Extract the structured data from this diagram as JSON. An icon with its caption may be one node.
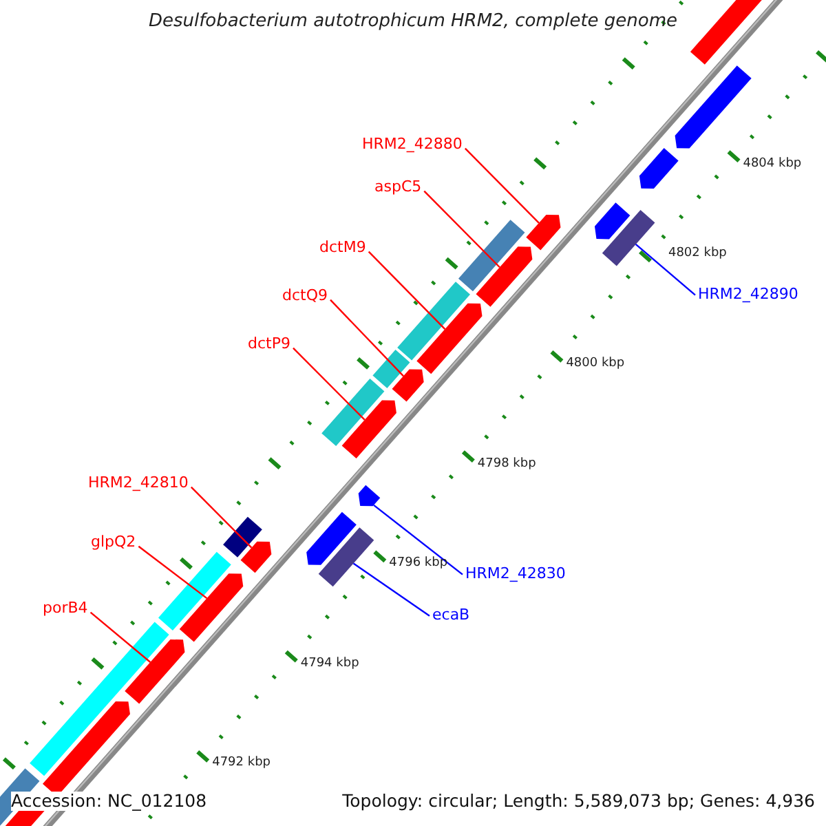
{
  "diagram": {
    "title": "Desulfobacterium autotrophicum HRM2, complete genome",
    "nodes": [
      {
        "text": [
          "HRM2_42880"
        ]
      },
      {
        "text": [
          "aspC5"
        ]
      },
      {
        "text": [
          "dctM9"
        ]
      },
      {
        "text": [
          "dctQ9"
        ]
      },
      {
        "text": [
          "dctP9"
        ]
      },
      {
        "text": [
          "HRM2_42810"
        ]
      },
      {
        "text": [
          "glpQ2"
        ]
      },
      {
        "text": [
          "porB4"
        ]
      },
      {
        "text": [
          "HRM2_42890"
        ]
      },
      {
        "text": [
          "HRM2_42830"
        ]
      },
      {
        "text": [
          "ecaB"
        ]
      },
      {
        "text": [],
        "shape": "bar"
      },
      {
        "text": [],
        "shape": "bar"
      },
      {
        "text": [],
        "shape": "bar"
      },
      {
        "text": [],
        "shape": "bar"
      },
      {
        "text": [],
        "shape": "bar"
      },
      {
        "text": [],
        "shape": "bar"
      },
      {
        "text": [],
        "shape": "bar"
      },
      {
        "text": [],
        "shape": "bar"
      },
      {
        "text": [],
        "shape": "bar"
      },
      {
        "text": [],
        "shape": "bar"
      },
      {
        "text": [],
        "shape": "bar"
      }
    ],
    "edges": [
      {
        "from": 0,
        "to": 11,
        "arrow": "none"
      },
      {
        "from": 1,
        "to": 12,
        "arrow": "none"
      },
      {
        "from": 2,
        "to": 13,
        "arrow": "none"
      },
      {
        "from": 3,
        "to": 14,
        "arrow": "none"
      },
      {
        "from": 4,
        "to": 15,
        "arrow": "none"
      },
      {
        "from": 5,
        "to": 16,
        "arrow": "none"
      },
      {
        "from": 6,
        "to": 17,
        "arrow": "none"
      },
      {
        "from": 7,
        "to": 18,
        "arrow": "none"
      },
      {
        "from": 8,
        "to": 19,
        "arrow": "none",
        "color": "#0000ff"
      },
      {
        "from": 9,
        "to": 20,
        "arrow": "none",
        "color": "#0000ff"
      },
      {
        "from": 10,
        "to": 21,
        "arrow": "none",
        "color": "#0000ff"
      }
    ],
    "labels": [
      "4804 kbp",
      "4802 kbp",
      "4800 kbp",
      "4798 kbp",
      "4796 kbp",
      "4794 kbp",
      "4792 kbp",
      "Accession: NC_012108",
      "Topology: circular; Length: 5,589,073 bp; Genes: 4,936"
    ]
  }
}
